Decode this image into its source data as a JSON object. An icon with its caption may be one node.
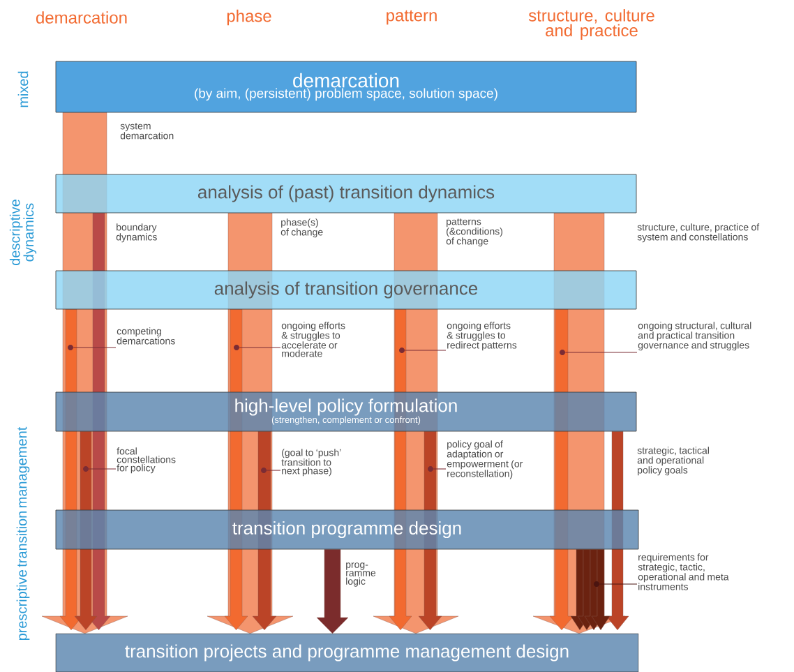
{
  "diagram": {
    "nodes": [
      {
        "text": [
          "demarcation",
          "(by aim, (persistent) problem space, solution space)"
        ]
      },
      {
        "text": [
          "analysis of (past) transition dynamics"
        ]
      },
      {
        "text": [
          "analysis of transition governance"
        ]
      },
      {
        "text": [
          "high-level policy formulation",
          "(strengthen, complement or confront)"
        ]
      },
      {
        "text": [
          "transition programme design"
        ]
      },
      {
        "text": [
          "transition projects and programme management design"
        ]
      },
      {
        "text": [
          "competing demarcations"
        ]
      },
      {
        "text": [
          "ongoing efforts & struggles to accelerate or moderate"
        ]
      },
      {
        "text": [
          "ongoing efforts & struggles to redirect patterns"
        ]
      },
      {
        "text": [
          "ongoing structural, cultural and practical transition governance and struggles"
        ]
      },
      {
        "text": [
          "focal constellations for policy"
        ]
      },
      {
        "text": [
          "(goal to ‘push’ transition to next phase)"
        ]
      },
      {
        "text": [
          "policy goal of adaptation or empowerment (or reconstellation)"
        ]
      },
      {
        "text": [
          "requirements for strategic, tactic, operational and meta instruments"
        ]
      },
      {
        "text": [],
        "shape": "circle"
      },
      {
        "text": [],
        "shape": "circle"
      },
      {
        "text": [],
        "shape": "circle"
      },
      {
        "text": [],
        "shape": "circle"
      },
      {
        "text": [],
        "shape": "circle"
      },
      {
        "text": [],
        "shape": "circle"
      },
      {
        "text": [],
        "shape": "circle"
      },
      {
        "text": [],
        "shape": "circle"
      }
    ],
    "edges": [
      {
        "from": 0,
        "to": 5,
        "arrow": "to",
        "color": "#f4956e"
      },
      {
        "from": 1,
        "to": 5,
        "arrow": "to",
        "color": "#f4956e"
      },
      {
        "from": 1,
        "to": 5,
        "arrow": "to",
        "color": "#f4956e"
      },
      {
        "from": 1,
        "to": 5,
        "arrow": "to",
        "color": "#f4956e"
      },
      {
        "from": 1,
        "to": 5,
        "arrow": "to",
        "color": "#b94a48"
      },
      {
        "from": 2,
        "to": 5,
        "arrow": "to",
        "color": "#f26a30"
      },
      {
        "from": 2,
        "to": 5,
        "arrow": "to",
        "color": "#f26a30"
      },
      {
        "from": 2,
        "to": 5,
        "arrow": "to",
        "color": "#f26a30"
      },
      {
        "from": 2,
        "to": 5,
        "arrow": "to",
        "color": "#f26a30"
      },
      {
        "from": 3,
        "to": 5,
        "arrow": "to",
        "color": "#bb4427"
      },
      {
        "from": 3,
        "to": 5,
        "arrow": "to",
        "color": "#bb4427"
      },
      {
        "from": 3,
        "to": 5,
        "arrow": "to",
        "color": "#bb4427"
      },
      {
        "from": 3,
        "to": 5,
        "arrow": "to",
        "color": "#bb4427"
      },
      {
        "from": 4,
        "to": 5,
        "arrow": "to",
        "color": "#6b2210"
      },
      {
        "from": 4,
        "to": 5,
        "arrow": "to",
        "color": "#6b2210"
      },
      {
        "from": 4,
        "to": 5,
        "arrow": "to",
        "color": "#6b2210"
      },
      {
        "from": 4,
        "to": 5,
        "arrow": "to",
        "color": "#6b2210"
      },
      {
        "from": 4,
        "to": 5,
        "arrow": "to",
        "color": "#7b2c2c"
      },
      {
        "from": 6,
        "to": 14,
        "arrow": "none",
        "color": "#7b2c34"
      },
      {
        "from": 7,
        "to": 15,
        "arrow": "none",
        "color": "#7b2c34"
      },
      {
        "from": 8,
        "to": 16,
        "arrow": "none",
        "color": "#7b2c34"
      },
      {
        "from": 9,
        "to": 17,
        "arrow": "none",
        "color": "#7b2c34"
      },
      {
        "from": 10,
        "to": 18,
        "arrow": "none",
        "color": "#7b2c34"
      },
      {
        "from": 11,
        "to": 19,
        "arrow": "none",
        "color": "#7b2c34"
      },
      {
        "from": 12,
        "to": 20,
        "arrow": "none",
        "color": "#7b2c34"
      },
      {
        "from": 13,
        "to": 21,
        "arrow": "none",
        "color": "#4a1410"
      }
    ],
    "labels": [
      "demarcation",
      "phase",
      "pattern",
      "structure, culture and practice",
      "mixed",
      "descriptive dynamics",
      "prescriptive transition management",
      "system demarcation",
      "boundary dynamics",
      "phase(s) of change",
      "patterns (&conditions) of change",
      "structure, culture, practice of system and constellations",
      "strategic, tactical and operational policy goals",
      "prog- ramme logic"
    ]
  }
}
